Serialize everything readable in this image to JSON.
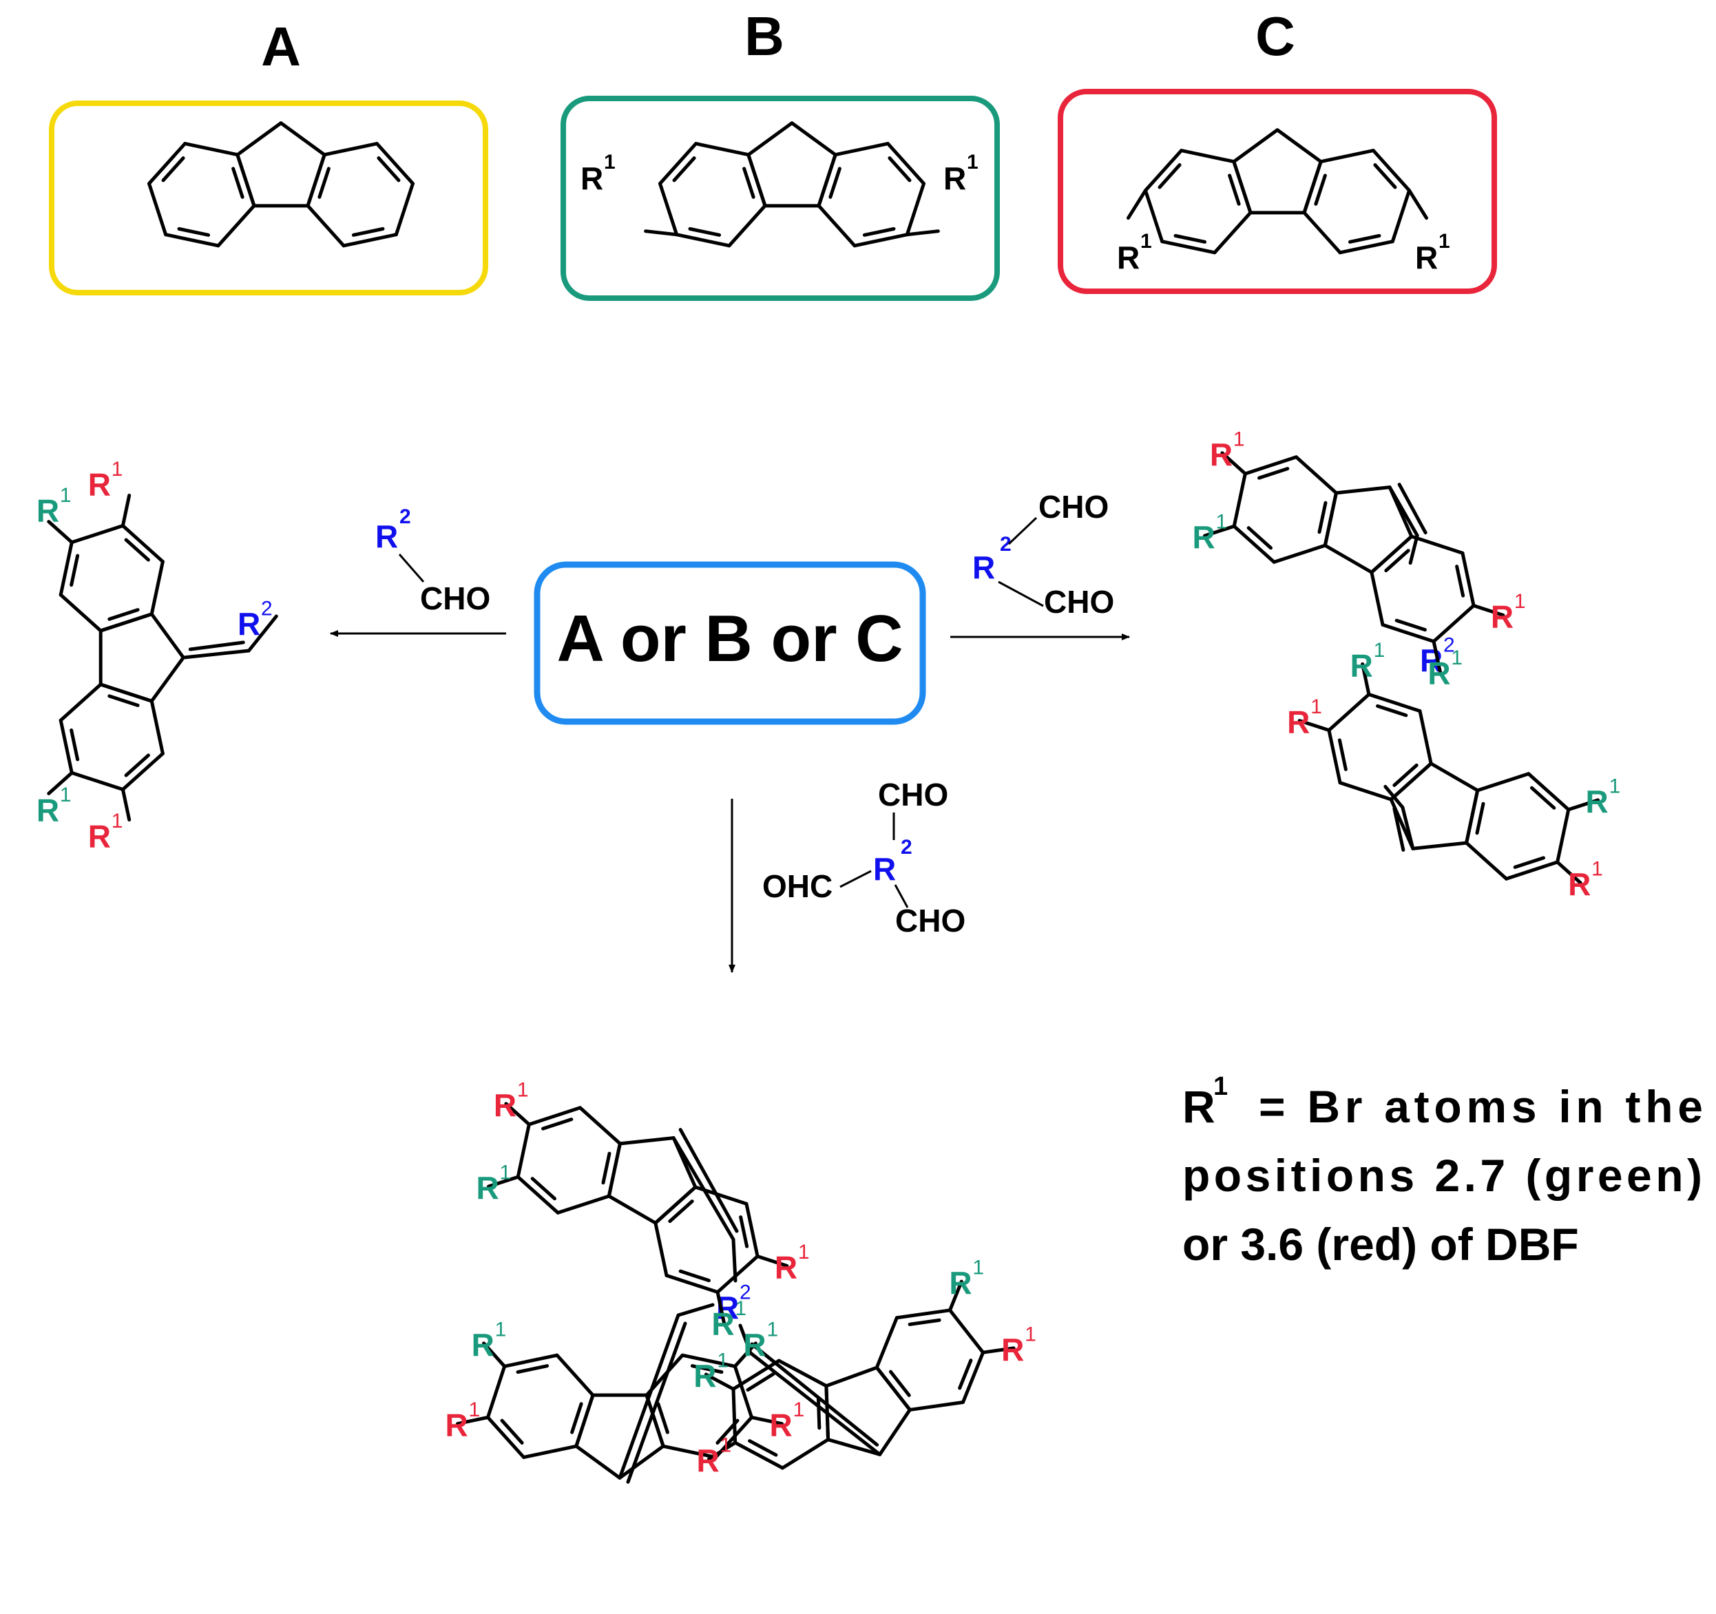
{
  "colors": {
    "box_a": "#f5d90a",
    "box_b": "#1a9a7c",
    "box_c": "#e8253a",
    "box_center": "#1f8bf0",
    "r1_green": "#1a9a7c",
    "r1_red": "#e8253a",
    "r2_blue": "#1010ee",
    "black": "#000000"
  },
  "top": {
    "label_a": "A",
    "label_b": "B",
    "label_c": "C"
  },
  "labels": {
    "r": "R",
    "sup1": "1",
    "sup2": "2",
    "cho": "CHO",
    "ohc": "OHC"
  },
  "center_box": "A or B or C",
  "legend": {
    "line1_r": "R",
    "line1_sup": "1",
    "line1_rest": "= Br atoms in the",
    "line2": "positions 2.7 (green)",
    "line3": "or 3.6 (red) of DBF"
  }
}
